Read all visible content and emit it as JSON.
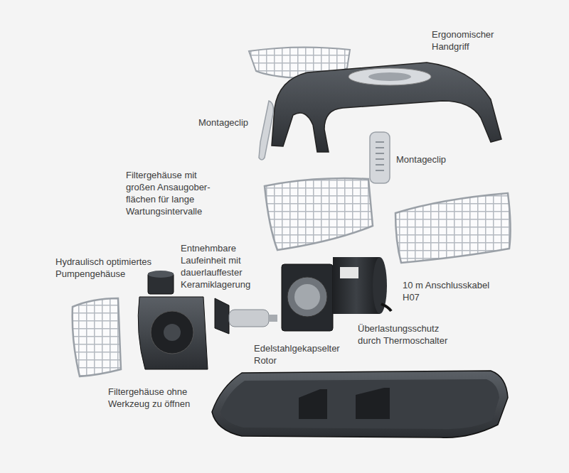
{
  "diagram": {
    "labels": [
      "Ergonomischer Handgriff",
      "Montageclip",
      "Montageclip",
      "Filtergehäuse mit großen Ansaugober- flächen für lange Wartungsintervalle",
      "Hydraulisch optimiertes Pumpengehäuse",
      "Entnehmbare Laufeinheit mit dauerlauffester Keramiklagerung",
      "10 m Anschlusskabel H07",
      "Überlastungsschutz durch Thermoschalter",
      "Edelstahlgekapselter Rotor",
      "Filtergehäuse ohne Werkzeug zu öffnen"
    ]
  }
}
